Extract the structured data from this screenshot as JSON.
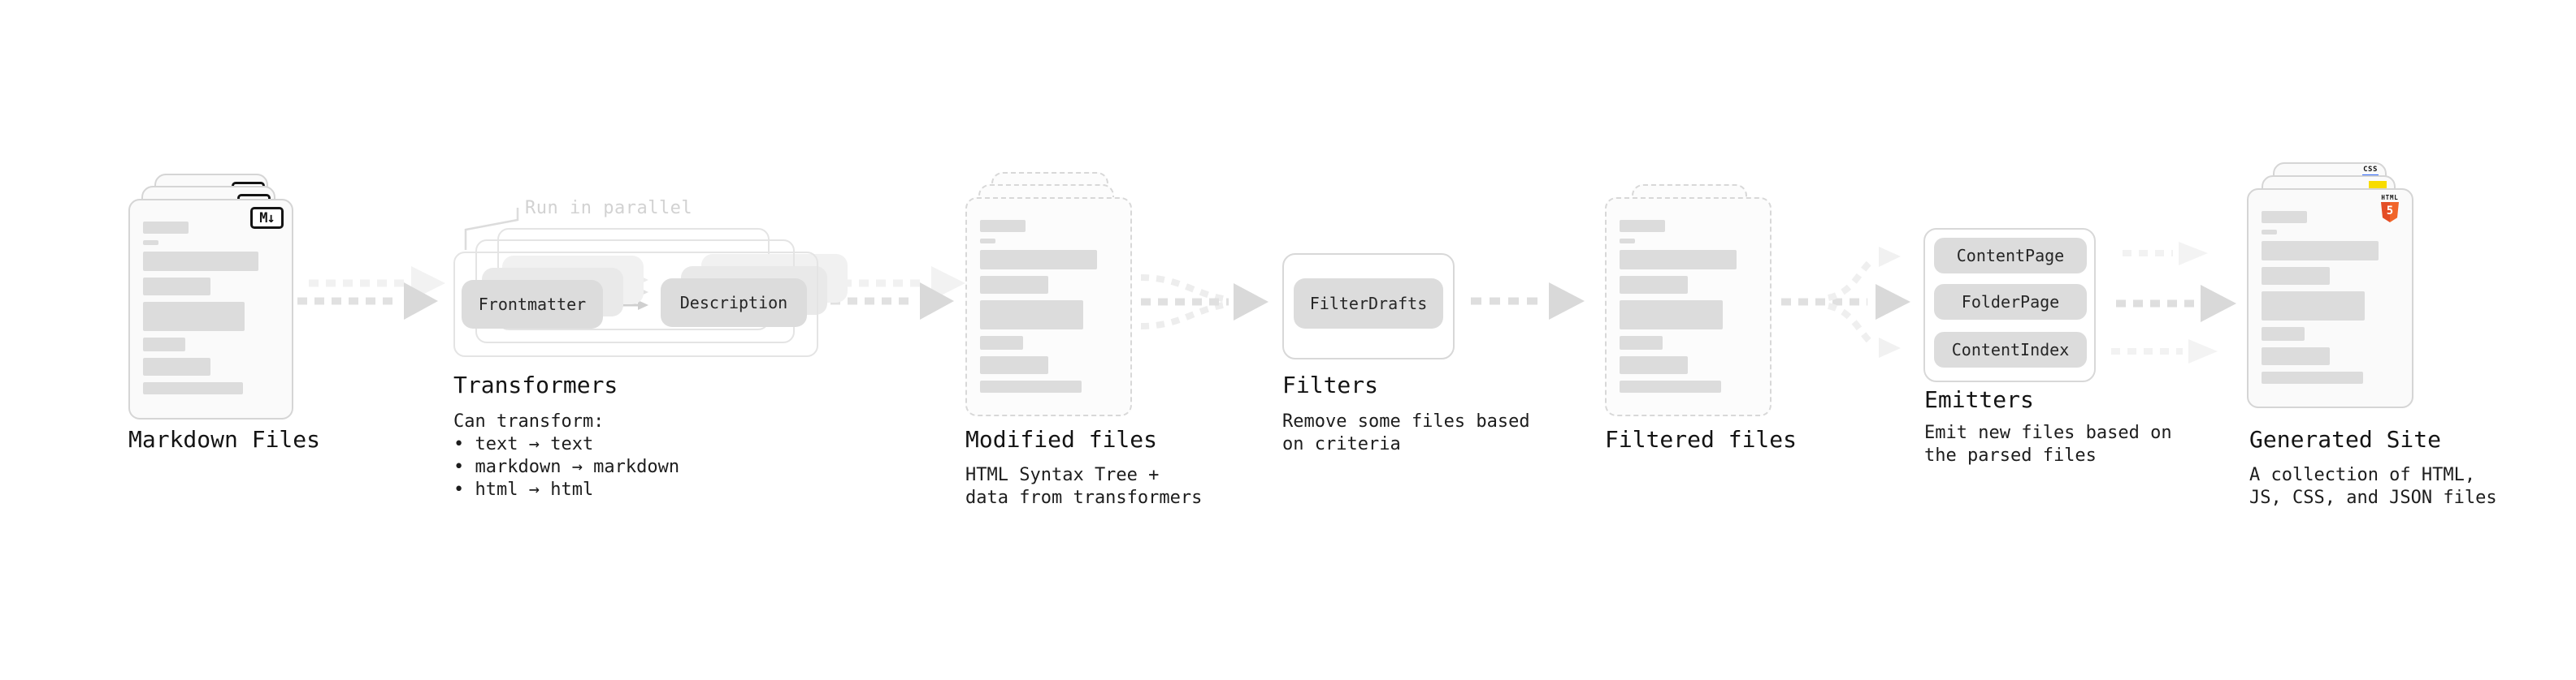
{
  "colors": {
    "accent_blue": "#2d65f8",
    "accent_yellow": "#f8dc00",
    "html5_orange": "#e44d26",
    "arrow_gray": "#d9d9d9"
  },
  "markdown_files": {
    "title": "Markdown Files",
    "badge": "M↓"
  },
  "transformers": {
    "annotation": "Run in parallel",
    "pill_left": "Frontmatter",
    "pill_right": "Description",
    "title": "Transformers",
    "description": "Can transform:\n • text → text\n • markdown → markdown\n • html → html"
  },
  "modified_files": {
    "title": "Modified files",
    "description": "HTML Syntax Tree +\ndata from transformers"
  },
  "filters": {
    "pill": "FilterDrafts",
    "title": "Filters",
    "description": "Remove some files based\non criteria"
  },
  "filtered_files": {
    "title": "Filtered files"
  },
  "emitters": {
    "pills": [
      "ContentPage",
      "FolderPage",
      "ContentIndex"
    ],
    "title": "Emitters",
    "description": "Emit new files based on\nthe parsed files"
  },
  "generated_site": {
    "title": "Generated Site",
    "description": "A collection of HTML,\nJS, CSS, and JSON files",
    "badge_css": "CSS",
    "badge_html": "HTML",
    "badge_html_number": "5"
  }
}
